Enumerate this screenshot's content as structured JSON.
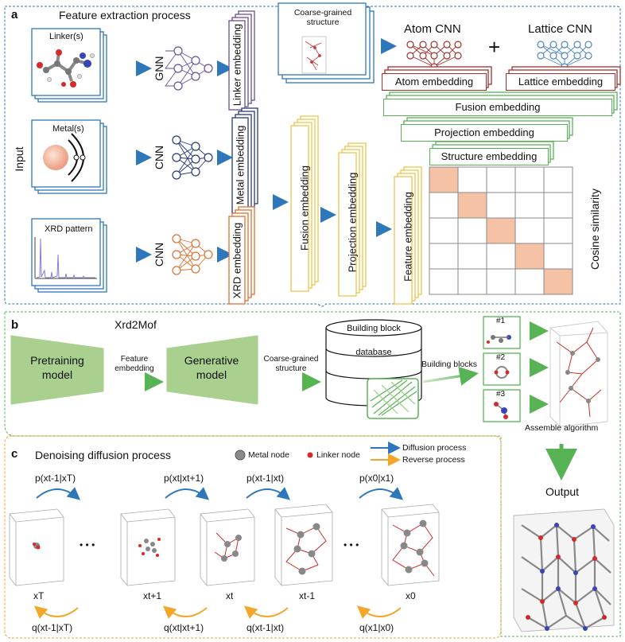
{
  "panel_a": {
    "letter": "a",
    "title": "Feature extraction process",
    "input_label": "Input",
    "linker_label": "Linker(s)",
    "metal_label": "Metal(s)",
    "xrd_label": "XRD pattern",
    "gnn": "GNN",
    "cnn_metal": "CNN",
    "cnn_xrd": "CNN",
    "linker_embedding": "Linker embedding",
    "metal_embedding": "Metal embedding",
    "xrd_embedding": "XRD embedding",
    "fusion_embedding_v": "Fusion embedding",
    "projection_embedding_v": "Projection embedding",
    "feature_embedding_v": "Feature embedding",
    "coarse_grained": "Coarse-grained structure",
    "atom_cnn": "Atom CNN",
    "lattice_cnn": "Lattice CNN",
    "plus": "+",
    "atom_embedding": "Atom embedding",
    "lattice_embedding": "Lattice embedding",
    "fusion_embedding_h": "Fusion embedding",
    "projection_embedding_h": "Projection embedding",
    "structure_embedding": "Structure embedding",
    "cosine_similarity": "Cosine similarity"
  },
  "panel_b": {
    "letter": "b",
    "title": "Xrd2Mof",
    "pretraining": "Pretraining model",
    "feature_embedding": "Feature embedding",
    "generative": "Generative model",
    "coarse_grained": "Coarse-grained structure",
    "db_line1": "Building block",
    "db_line2": "database",
    "building_blocks": "Building blocks",
    "bb1": "#1",
    "bb2": "#2",
    "bb3": "#3",
    "assemble": "Assemble  algorithm",
    "output": "Output"
  },
  "panel_c": {
    "letter": "c",
    "title": "Denoising diffusion process",
    "metal_node": "Metal node",
    "linker_node": "Linker node",
    "diffusion": "Diffusion process",
    "reverse": "Reverse process",
    "p1": "p(xt-1|xT)",
    "p2": "p(xt|xt+1)",
    "p3": "p(xt-1|xt)",
    "p4": "p(x0|x1)",
    "q1": "q(xt-1|xT)",
    "q2": "q(xt|xt+1)",
    "q3": "q(xt-1|xt)",
    "q4": "q(x1|x0)",
    "xT": "xT",
    "xt1": "xt+1",
    "xt": "xt",
    "xtm1": "xt-1",
    "x0": "x0",
    "dots": "• • •"
  },
  "colors": {
    "blue": "#2e77bb",
    "purple": "#6a4f96",
    "navy": "#263878",
    "orange": "#e0702f",
    "yellow": "#f0c24a",
    "red": "#a4302c",
    "lightblue": "#4f86c3",
    "green": "#58b354",
    "panel_green": "#a9d08e",
    "salmon": "#f5c2a6"
  }
}
